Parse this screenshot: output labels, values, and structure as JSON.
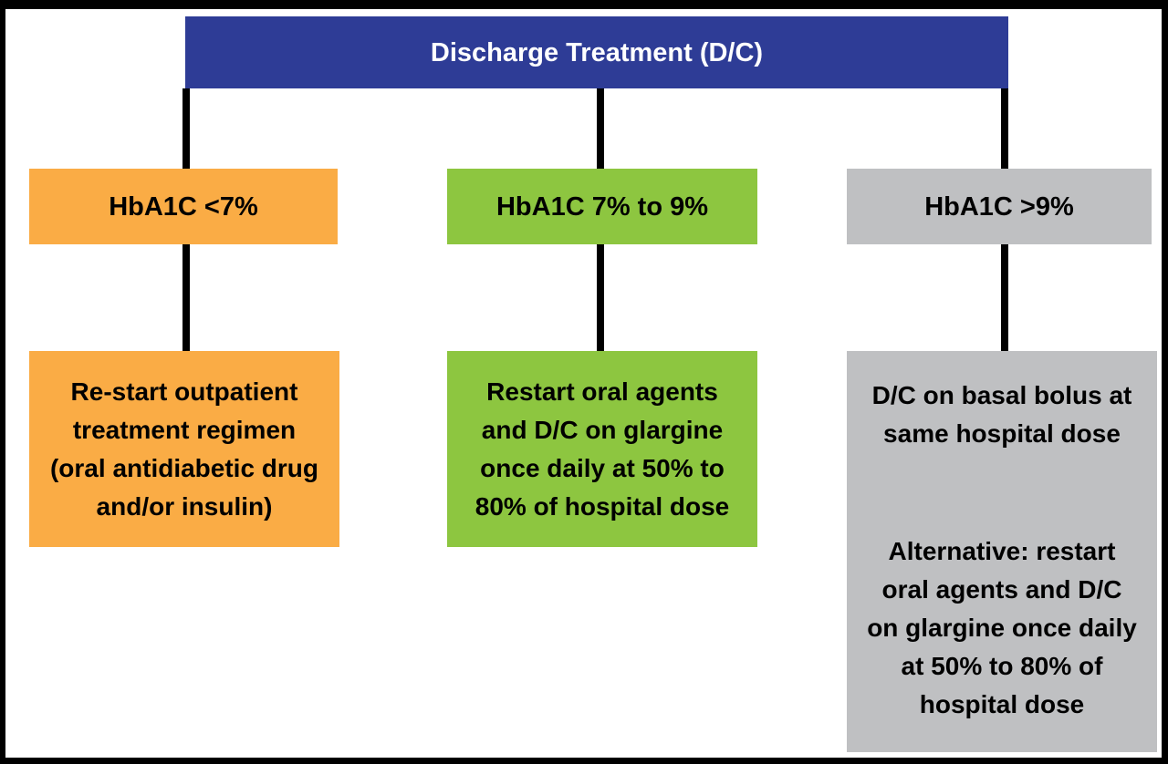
{
  "diagram": {
    "title": "Discharge Treatment (D/C)",
    "columns": [
      {
        "id": "hba1c-under-7",
        "condition": "HbA1C <7%",
        "action": "Re-start outpatient\ntreatment regimen\n(oral antidiabetic drug\nand/or insulin)",
        "color": "#FAAC45"
      },
      {
        "id": "hba1c-7-to-9",
        "condition": "HbA1C 7% to 9%",
        "action": "Restart oral agents\nand D/C on glargine\nonce daily at 50% to\n80% of hospital dose",
        "color": "#8DC640"
      },
      {
        "id": "hba1c-over-9",
        "condition": "HbA1C >9%",
        "action": "D/C on basal bolus at\nsame hospital dose",
        "action_alternative": "Alternative: restart\noral agents and D/C\non glargine once daily\nat 50% to 80% of\nhospital dose",
        "color": "#BFC0C2"
      }
    ],
    "colors": {
      "title_bg": "#2E3C96",
      "title_text": "#FFFFFF",
      "node_text": "#000000",
      "connector": "#000000",
      "border": "#000000",
      "background": "#FFFFFF"
    }
  }
}
